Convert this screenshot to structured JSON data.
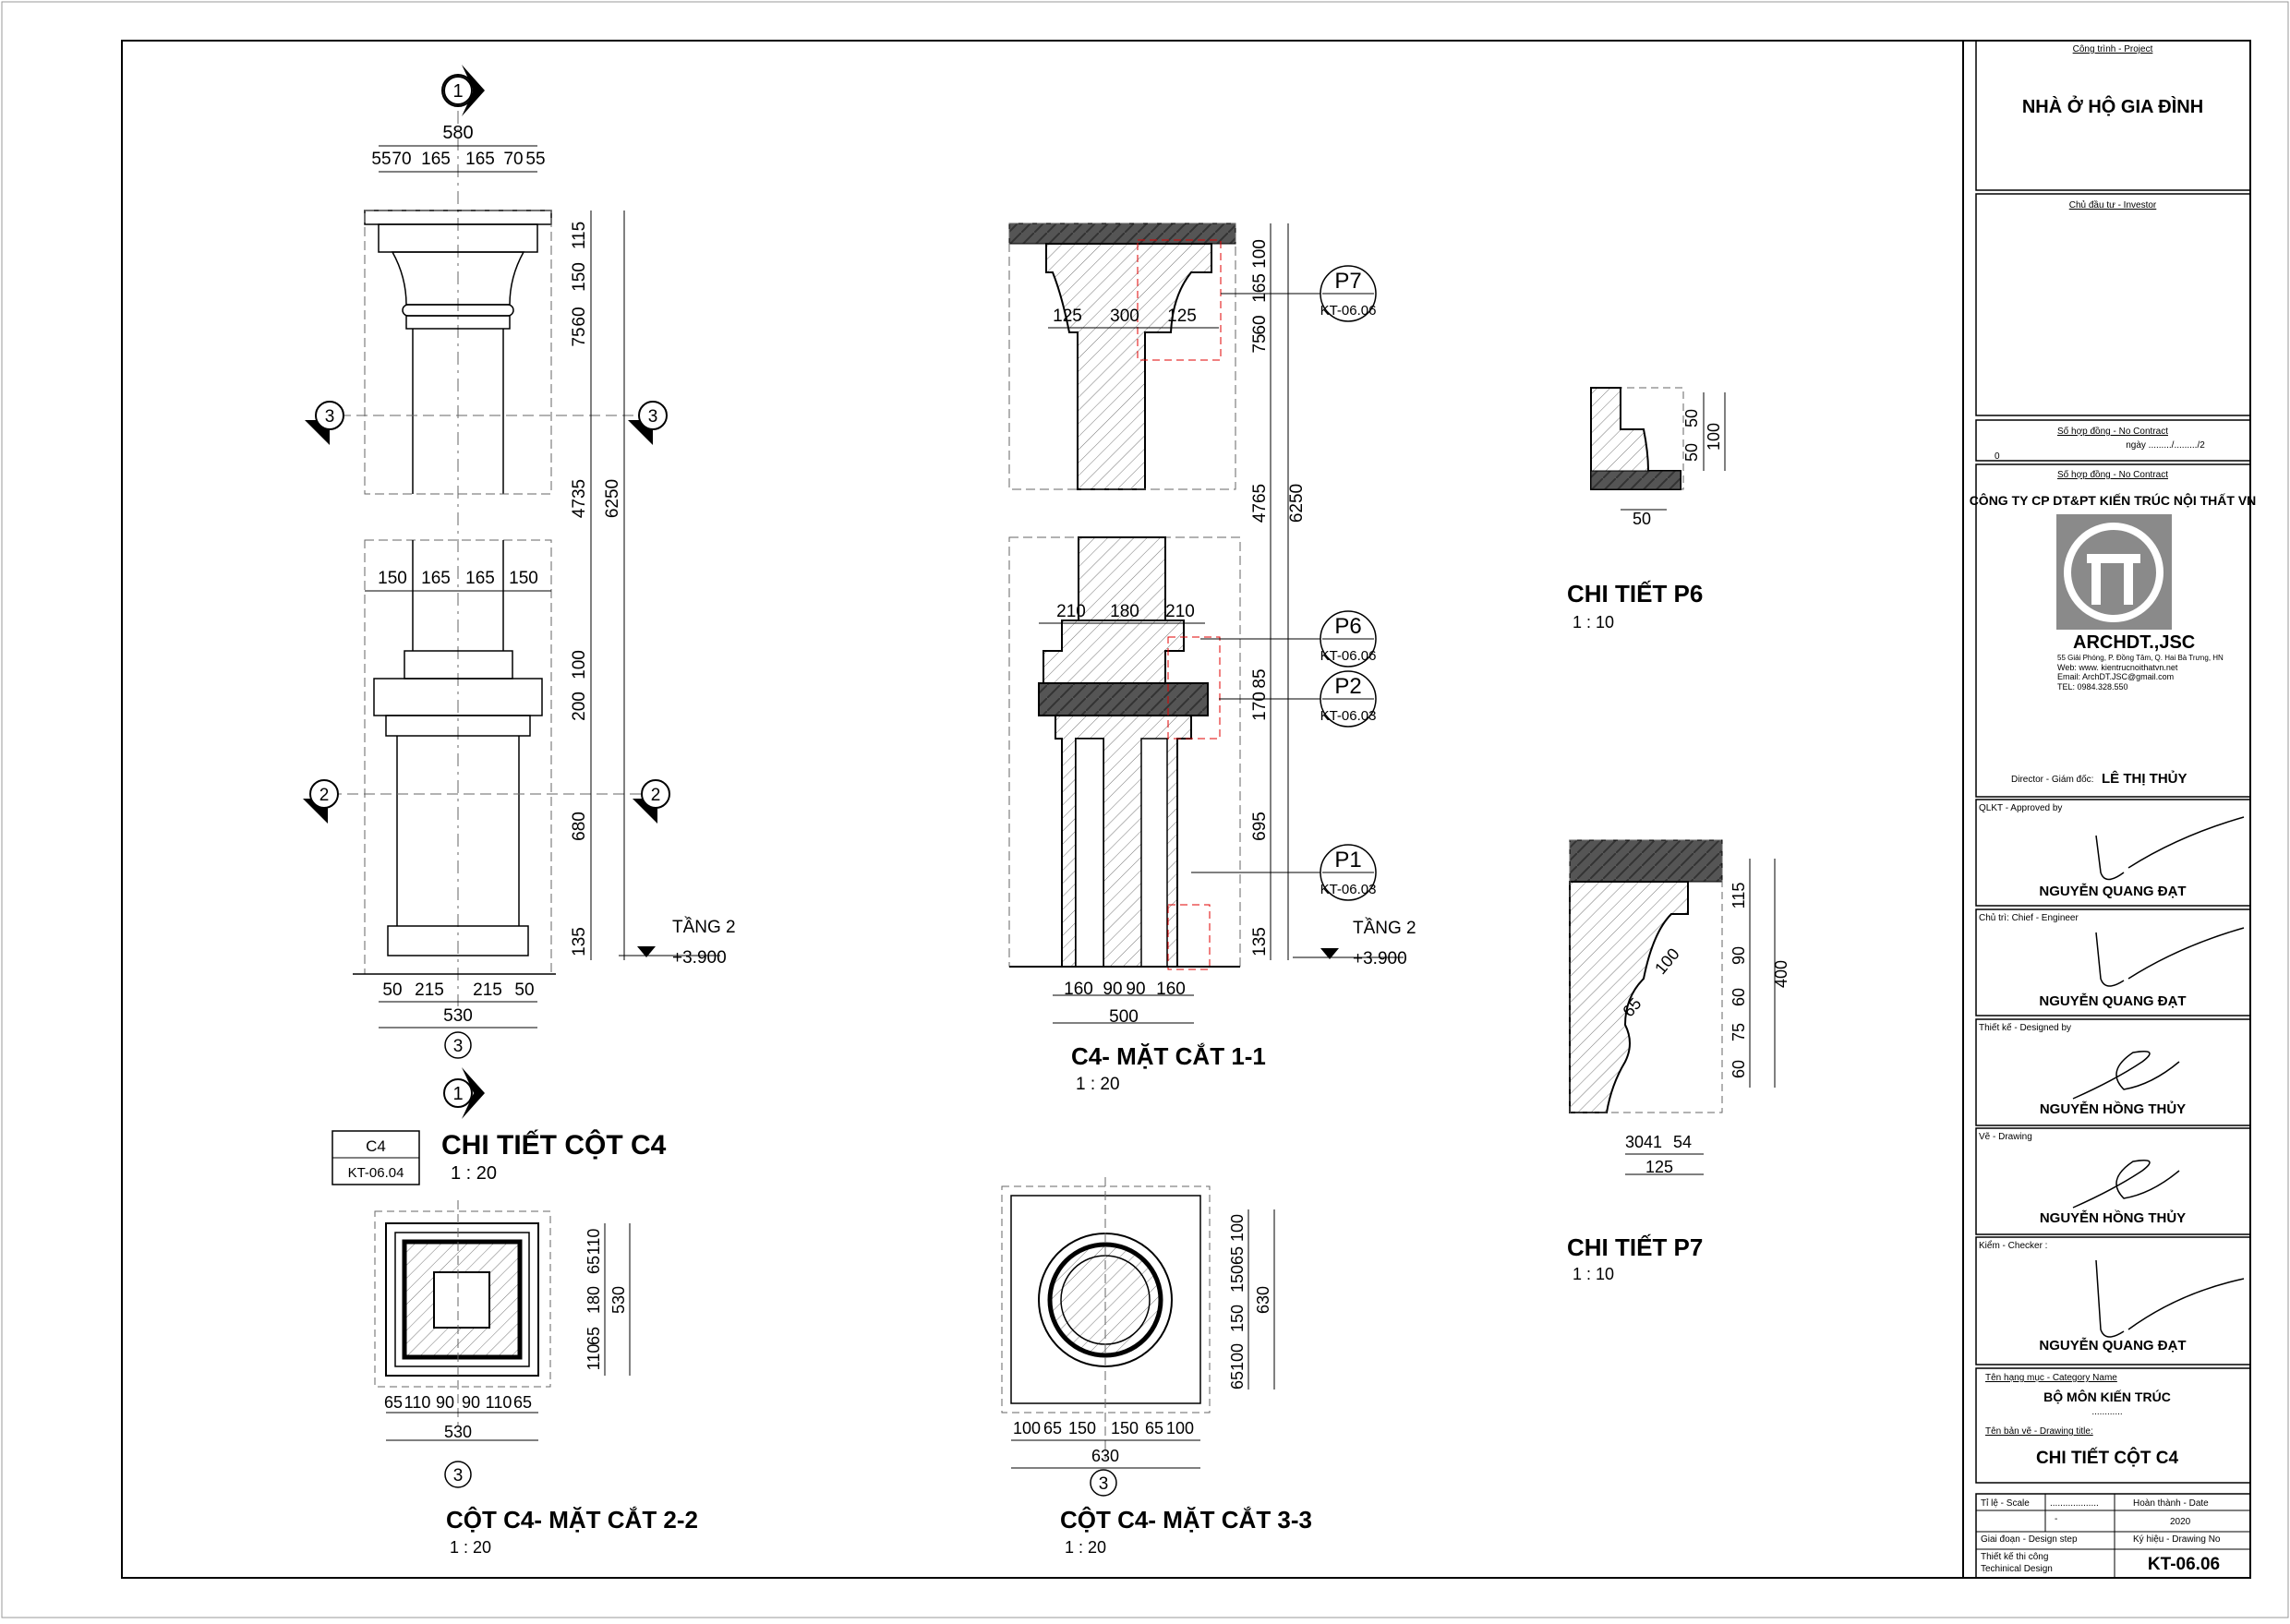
{
  "titleblock": {
    "project_label": "Công trình - Project",
    "project_name": "NHÀ Ở HỘ GIA ĐÌNH",
    "investor_label": "Chủ đầu tư - Investor",
    "contract_label": "Số hợp đồng - No Contract",
    "contract_date_text": "ngày ........./........./2",
    "contract_zero": "0",
    "contract_label2": "Số hợp đồng - No Contract",
    "company_name": "CÔNG TY CP DT&PT KIẾN TRÚC NỘI THẤT VN",
    "company_short": "ARCHDT.,JSC",
    "company_address": "55 Giải Phóng, P. Đồng Tâm, Q. Hai Bà Trưng, HN",
    "company_web": "Web: www. kientrucnoithatvn.net",
    "company_email": "Email: ArchDT.JSC@gmail.com",
    "company_tel": "TEL: 0984.328.550",
    "director_label": "Director - Giám đốc:",
    "director_name": "LÊ THỊ THỦY",
    "approved_label": "QLKT - Approved by",
    "approved_name": "NGUYỄN QUANG ĐẠT",
    "chief_label": "Chủ trì: Chief - Engineer",
    "chief_name": "NGUYỄN QUANG ĐẠT",
    "designed_label": "Thiết kế - Designed by",
    "designed_name": "NGUYỄN HỒNG THỦY",
    "drawing_label": "Vẽ - Drawing",
    "drawing_name": "NGUYỄN HỒNG THỦY",
    "checker_label": "Kiểm - Checker :",
    "checker_name": "NGUYỄN QUANG ĐẠT",
    "category_label": "Tên hạng mục - Category Name",
    "category_name": "BỘ MÔN KIẾN TRÚC",
    "category_dots": "............",
    "title_label": "Tên bản vẽ - Drawing title:",
    "drawing_title": "CHI TIẾT CỘT C4",
    "scale_label": "Tỉ lệ - Scale",
    "scale_dots": "...................",
    "scale_dash": "-",
    "date_label": "Hoàn thành - Date",
    "date_value": "2020",
    "step_label": "Giai đoạn - Design step",
    "step_value": "Thiết kế thi công",
    "step_value_en": "Techinical Design",
    "drawing_no_label": "Ký hiệu - Drawing No",
    "drawing_no": "KT-06.06"
  },
  "elevation": {
    "title": "CHI TIẾT CỘT C4",
    "scale": "1 : 20",
    "tag_code": "C4",
    "tag_ref": "KT-06.04",
    "grid_top": "1",
    "grid_bottom": "3",
    "grid_below": "1",
    "top_total": "580",
    "top_dims": [
      "55",
      "70",
      "165",
      "165",
      "70",
      "55"
    ],
    "mid_dims": [
      "150",
      "165",
      "165",
      "150"
    ],
    "bottom_dims": [
      "50",
      "215",
      "215",
      "50"
    ],
    "bottom_total": "530",
    "right_dims": [
      "115",
      "150",
      "60",
      "75",
      "4735",
      "100",
      "200",
      "680",
      "135"
    ],
    "right_total": "6250",
    "section_marks": [
      "3",
      "3",
      "2",
      "2"
    ],
    "level_name": "TẦNG 2",
    "level_value": "+3.900"
  },
  "section11": {
    "title": "C4- MẶT CẮT 1-1",
    "scale": "1 : 20",
    "top_dims": [
      "125",
      "300",
      "125"
    ],
    "mid_dims": [
      "210",
      "180",
      "210"
    ],
    "bottom_dims": [
      "160",
      "90",
      "90",
      "160"
    ],
    "bottom_total": "500",
    "right_dims": [
      "100",
      "165",
      "60",
      "75",
      "4765",
      "85",
      "170",
      "695",
      "135"
    ],
    "right_total": "6250",
    "callouts": [
      {
        "code": "P7",
        "ref": "KT-06.06"
      },
      {
        "code": "P6",
        "ref": "KT-06.06"
      },
      {
        "code": "P2",
        "ref": "KT-06.03"
      },
      {
        "code": "P1",
        "ref": "KT-06.03"
      }
    ],
    "level_name": "TẦNG 2",
    "level_value": "+3.900"
  },
  "detailP6": {
    "title": "CHI TIẾT P6",
    "scale": "1 : 10",
    "dims": [
      "50",
      "50",
      "100",
      "50"
    ]
  },
  "detailP7": {
    "title": "CHI TIẾT P7",
    "scale": "1 : 10",
    "dims": [
      "115",
      "90",
      "60",
      "75",
      "60",
      "400",
      "100",
      "65"
    ],
    "bottom_dims": [
      "30",
      "41",
      "54"
    ],
    "bottom_total": "125"
  },
  "section22": {
    "title": "CỘT C4- MẶT CẮT 2-2",
    "scale": "1 : 20",
    "bottom_dims": [
      "65",
      "110",
      "90",
      "90",
      "110",
      "65"
    ],
    "bottom_total": "530",
    "right_dims": [
      "110",
      "65",
      "180",
      "65",
      "110"
    ],
    "right_total": "530",
    "grid": "3"
  },
  "section33": {
    "title": "CỘT C4- MẶT CẮT 3-3",
    "scale": "1 : 20",
    "bottom_dims": [
      "100",
      "65",
      "150",
      "150",
      "65",
      "100"
    ],
    "bottom_total": "630",
    "right_dims": [
      "100",
      "65",
      "150",
      "150",
      "100",
      "65"
    ],
    "right_total": "630",
    "grid": "3"
  },
  "colors": {
    "line": "#000000",
    "hatch_fill": "#555555",
    "red_dash": "#e00000",
    "logo_bg": "#8a8a8a"
  }
}
